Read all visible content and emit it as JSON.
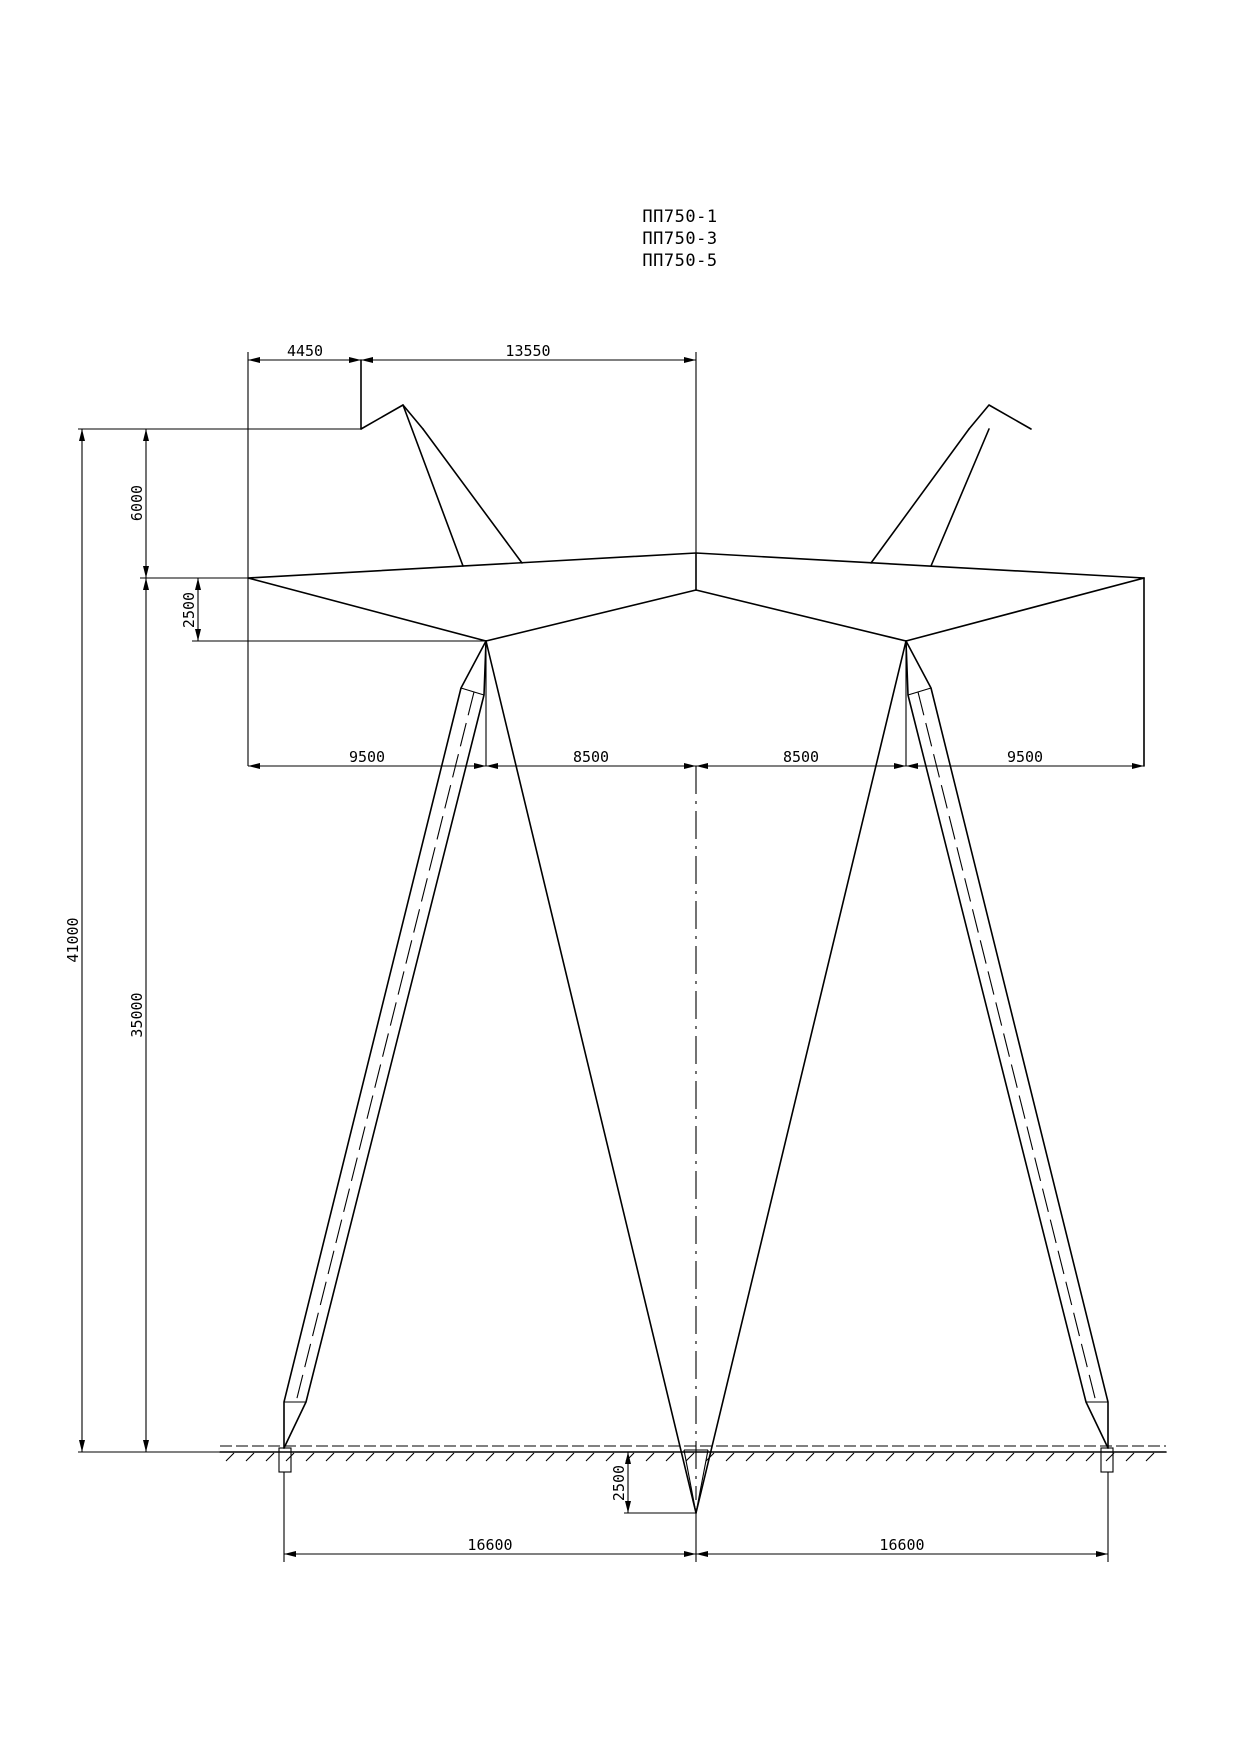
{
  "title_lines": [
    "ПП750-1",
    "ПП750-3",
    "ПП750-5"
  ],
  "dimensions": {
    "top_left_offset": "4450",
    "top_half_width": "13550",
    "arm_height": "6000",
    "crossarm_sag": "2500",
    "total_height": "41000",
    "mast_height": "35000",
    "span_outer_left": "9500",
    "span_inner_left": "8500",
    "span_inner_right": "8500",
    "span_outer_right": "9500",
    "foundation_depth": "2500",
    "base_half_left": "16600",
    "base_half_right": "16600"
  }
}
